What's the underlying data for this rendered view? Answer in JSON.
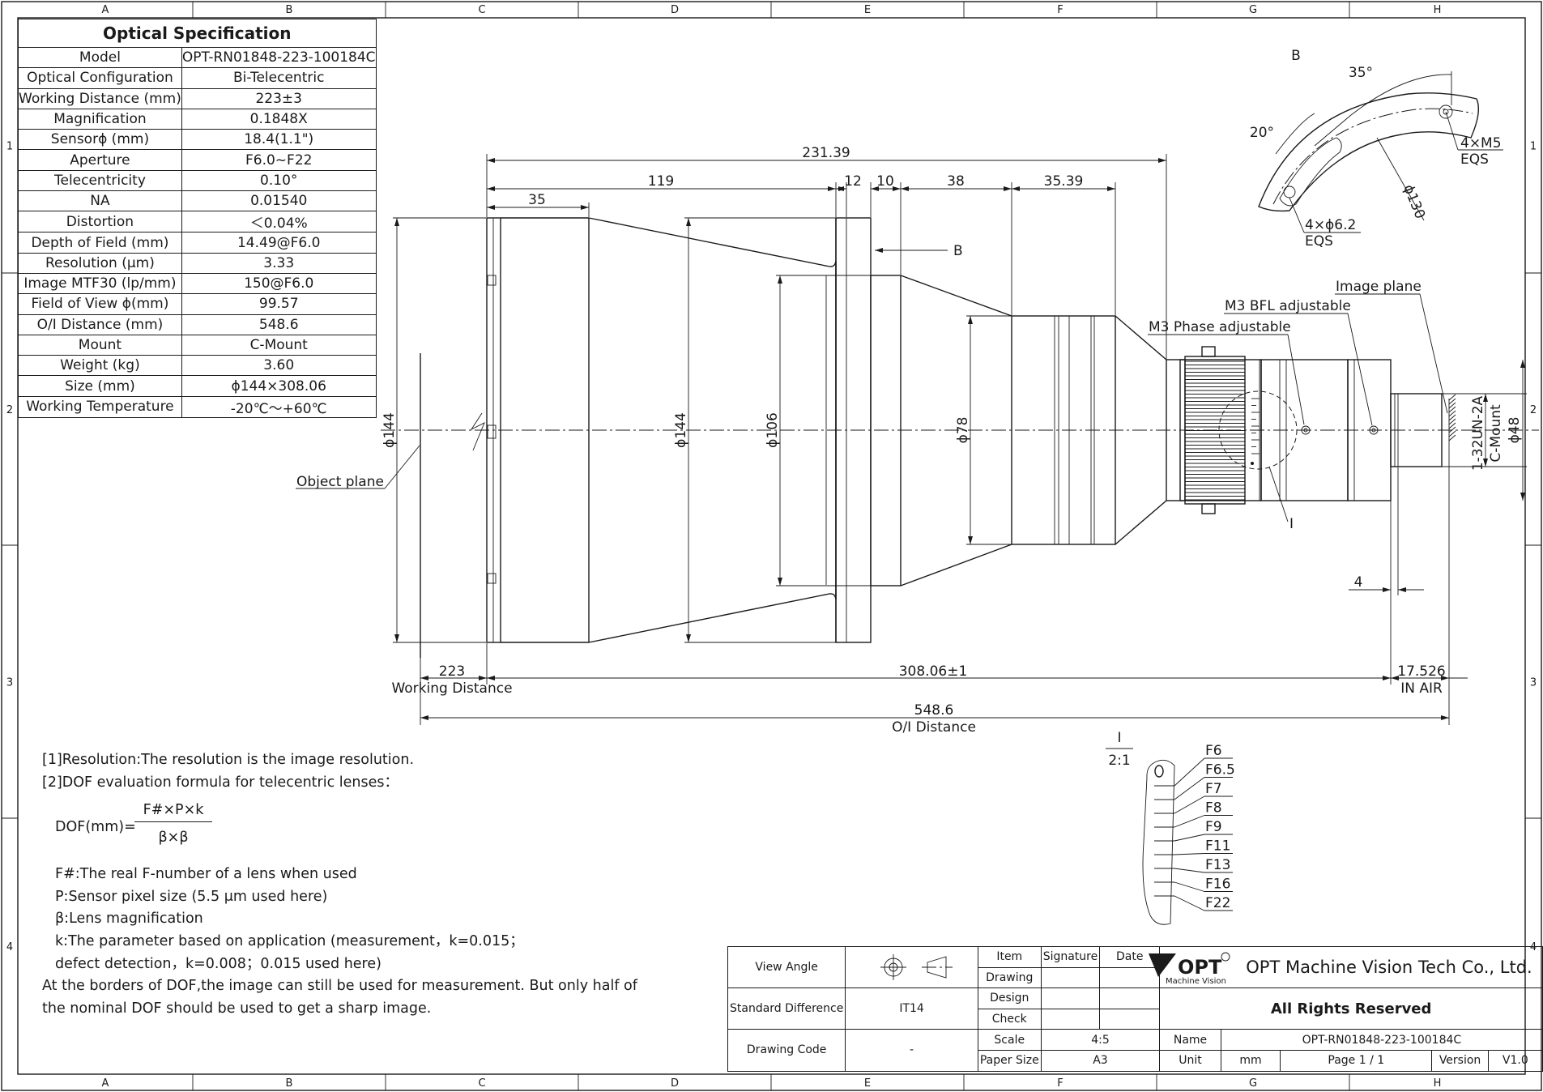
{
  "grid": {
    "columns": [
      "A",
      "B",
      "C",
      "D",
      "E",
      "F",
      "G",
      "H"
    ],
    "rows": [
      "1",
      "2",
      "3",
      "4"
    ]
  },
  "spec": {
    "title": "Optical Specification",
    "rows": [
      {
        "label": "Model",
        "value": "OPT-RN01848-223-100184C"
      },
      {
        "label": "Optical Configuration",
        "value": "Bi-Telecentric"
      },
      {
        "label": "Working Distance (mm)",
        "value": "223±3"
      },
      {
        "label": "Magnification",
        "value": "0.1848X"
      },
      {
        "label": "Sensorϕ (mm)",
        "value": "18.4(1.1\")"
      },
      {
        "label": "Aperture",
        "value": "F6.0~F22"
      },
      {
        "label": "Telecentricity",
        "value": "0.10°"
      },
      {
        "label": "NA",
        "value": "0.01540"
      },
      {
        "label": "Distortion",
        "value": "＜0.04%"
      },
      {
        "label": "Depth of Field (mm)",
        "value": "14.49@F6.0"
      },
      {
        "label": "Resolution (μm)",
        "value": "3.33"
      },
      {
        "label": "Image MTF30 (lp/mm)",
        "value": "150@F6.0"
      },
      {
        "label": "Field of View ϕ(mm)",
        "value": "99.57"
      },
      {
        "label": "O/I Distance (mm)",
        "value": "548.6"
      },
      {
        "label": "Mount",
        "value": "C-Mount"
      },
      {
        "label": "Weight (kg)",
        "value": "3.60"
      },
      {
        "label": "Size (mm)",
        "value": "ϕ144×308.06"
      },
      {
        "label": "Working Temperature",
        "value": "-20℃～+60℃"
      }
    ]
  },
  "dims": {
    "total": "231.39",
    "d119": "119",
    "d35": "35",
    "d12": "12",
    "d10": "10",
    "d38": "38",
    "d3539": "35.39",
    "d144a": "ϕ144",
    "d144b": "ϕ144",
    "d106": "ϕ106",
    "d78": "ϕ78",
    "d48": "ϕ48",
    "thread": "1-32UN-2A",
    "cmount": "C-Mount",
    "d4": "4",
    "wd": "223",
    "wd_label": "Working Distance",
    "length": "308.06±1",
    "bfl": "17.526",
    "bfl_label": "IN AIR",
    "oi": "548.6",
    "oi_label": "O/I Distance"
  },
  "labels": {
    "b_marker": "B",
    "object_plane": "Object plane",
    "image_plane": "Image plane",
    "bfl_adjust": "M3 BFL adjustable",
    "phase_adjust": "M3 Phase adjustable",
    "detail_i": "I"
  },
  "view_b": {
    "title": "B",
    "angle1": "35°",
    "angle2": "20°",
    "holes1": "4×M5",
    "holes1_sub": "EQS",
    "holes2": "4×ϕ6.2",
    "holes2_sub": "EQS",
    "diam": "ϕ130"
  },
  "detail": {
    "title": "I",
    "scale": "2:1",
    "stops": [
      "F6",
      "F6.5",
      "F7",
      "F8",
      "F9",
      "F11",
      "F13",
      "F16",
      "F22"
    ]
  },
  "notes": {
    "n1": "[1]Resolution:The resolution is  the image resolution.",
    "n2": "[2]DOF evaluation formula for telecentric lenses：",
    "formula_lhs": "DOF(mm)=",
    "formula_num": "F#×P×k",
    "formula_den": "β×β",
    "f": "F#:The real F-number of a lens when used",
    "p": "P:Sensor pixel size (5.5 μm used here)",
    "b": "β:Lens magnification",
    "k1": "k:The parameter based on application (measurement，k=0.015；",
    "k2": "defect detection，k=0.008；0.015 used here)",
    "end1": "At the borders of DOF,the image can still be used for measurement. But only half of",
    "end2": "the nominal DOF should be used to get a sharp image."
  },
  "title_block": {
    "view_angle": "View Angle",
    "std_diff": "Standard Difference",
    "std_val": "IT14",
    "drawing_code": "Drawing Code",
    "code_val": "-",
    "item": "Item",
    "signature": "Signature",
    "date": "Date",
    "drawing": "Drawing",
    "design": "Design",
    "check": "Check",
    "scale": "Scale",
    "scale_val": "4:5",
    "paper": "Paper Size",
    "paper_val": "A3",
    "brand": "OPT",
    "brand_sub": "Machine Vision",
    "company": "OPT Machine Vision Tech Co., Ltd.",
    "rights": "All Rights Reserved",
    "name": "Name",
    "name_val": "OPT-RN01848-223-100184C",
    "unit": "Unit",
    "unit_val": "mm",
    "page": "Page  1 / 1",
    "version": "Version",
    "version_val": "V1.0"
  }
}
